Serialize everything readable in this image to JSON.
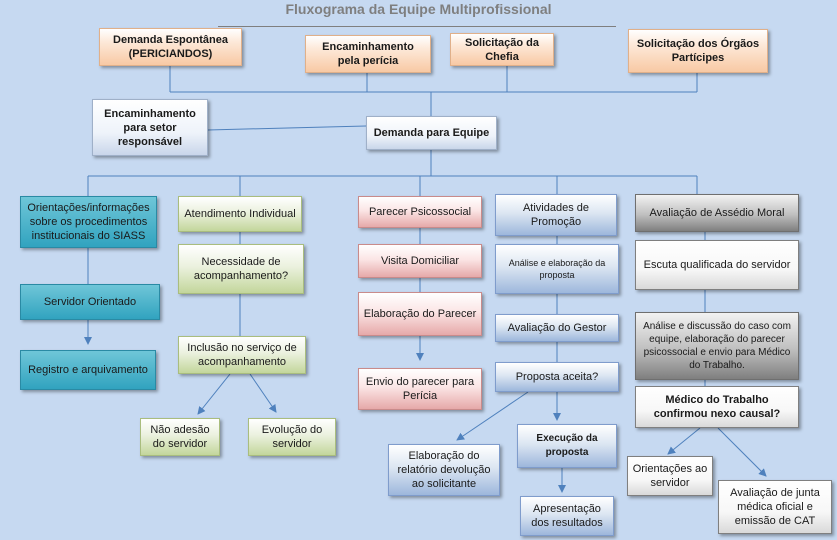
{
  "title": "Fluxograma da Equipe Multiprofissional",
  "nodes": {
    "demanda_espontanea": "Demanda Espontânea (PERICIANDOS)",
    "encaminhamento_pericia": "Encaminhamento pela perícia",
    "solicitacao_chefia": "Solicitação da Chefia",
    "solicitacao_orgaos": "Solicitação dos Órgãos Partícipes",
    "encaminhamento_setor": "Encaminhamento para setor responsável",
    "demanda_equipe": "Demanda para Equipe",
    "orientacoes_siass": "Orientações/informações sobre os procedimentos institucionais do SIASS",
    "servidor_orientado": "Servidor Orientado",
    "registro_arquivamento": "Registro e arquivamento",
    "atendimento_individual": "Atendimento Individual",
    "necessidade_acompanhamento": "Necessidade de acompanhamento?",
    "inclusao_servico": "Inclusão no serviço de acompanhamento",
    "nao_adesao": "Não adesão do servidor",
    "evolucao_servidor": "Evolução do servidor",
    "parecer_psicossocial": "Parecer Psicossocial",
    "visita_domiciliar": "Visita Domiciliar",
    "elaboracao_parecer": "Elaboração do Parecer",
    "envio_parecer": "Envio do parecer para Perícia",
    "atividades_promocao": "Atividades de Promoção",
    "analise_proposta": "Análise e elaboração da proposta",
    "avaliacao_gestor": "Avaliação do Gestor",
    "proposta_aceita": "Proposta aceita?",
    "elaboracao_relatorio": "Elaboração do relatório devolução ao solicitante",
    "execucao_proposta": "Execução da proposta",
    "apresentacao_resultados": "Apresentação dos resultados",
    "avaliacao_assedio": "Avaliação de Assédio Moral",
    "escuta_qualificada": "Escuta qualificada do servidor",
    "analise_discussao": "Análise e discussão do caso com equipe, elaboração do parecer psicossocial e envio para Médico do Trabalho.",
    "medico_nexo": "Médico do Trabalho confirmou nexo causal?",
    "orientacoes_servidor": "Orientações ao servidor",
    "avaliacao_junta": "Avaliação de junta médica oficial e emissão de CAT"
  }
}
